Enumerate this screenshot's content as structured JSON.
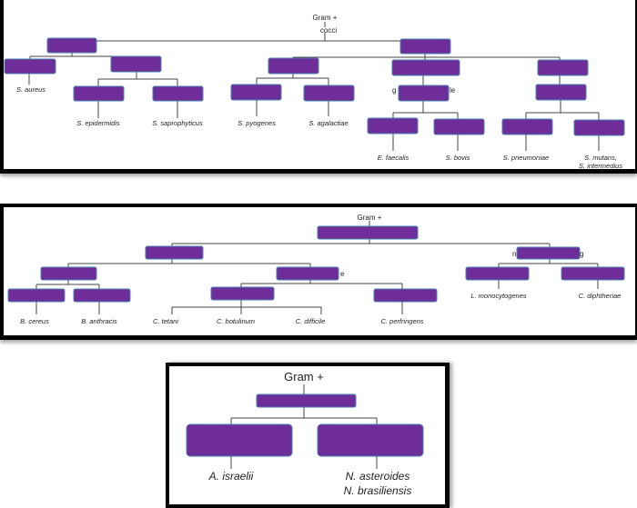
{
  "diagram_1": {
    "title": "Gram + cocci",
    "root_line1": "Gram +",
    "root_line2": "cocci",
    "partial_text": {
      "left": "g",
      "right": "le"
    },
    "leaves": [
      "S. aureus",
      "S. epidermidis",
      "S. saprophyticus",
      "S. pyogenes",
      "S. agalactiae",
      "E. faecalis",
      "S. bovis",
      "S. pneumoniae",
      "S. mutans,",
      "S. intermedius"
    ]
  },
  "diagram_2": {
    "root": "Gram +",
    "partial_text": {
      "e": "e",
      "n": "n",
      "g": "g"
    },
    "leaves": [
      "B. cereus",
      "B. anthracis",
      "C. tetani",
      "C. botulinum",
      "C. difficile",
      "C. perfringens",
      "L. monocytogenes",
      "C. diphtheriae"
    ]
  },
  "diagram_3": {
    "root": "Gram +",
    "leaves": [
      "A. israelii",
      "N. asteroides",
      "N. brasiliensis"
    ]
  },
  "colors": {
    "box_fill": "#6f2d9a",
    "box_stroke": "#4a7fb0",
    "line": "#444444"
  }
}
